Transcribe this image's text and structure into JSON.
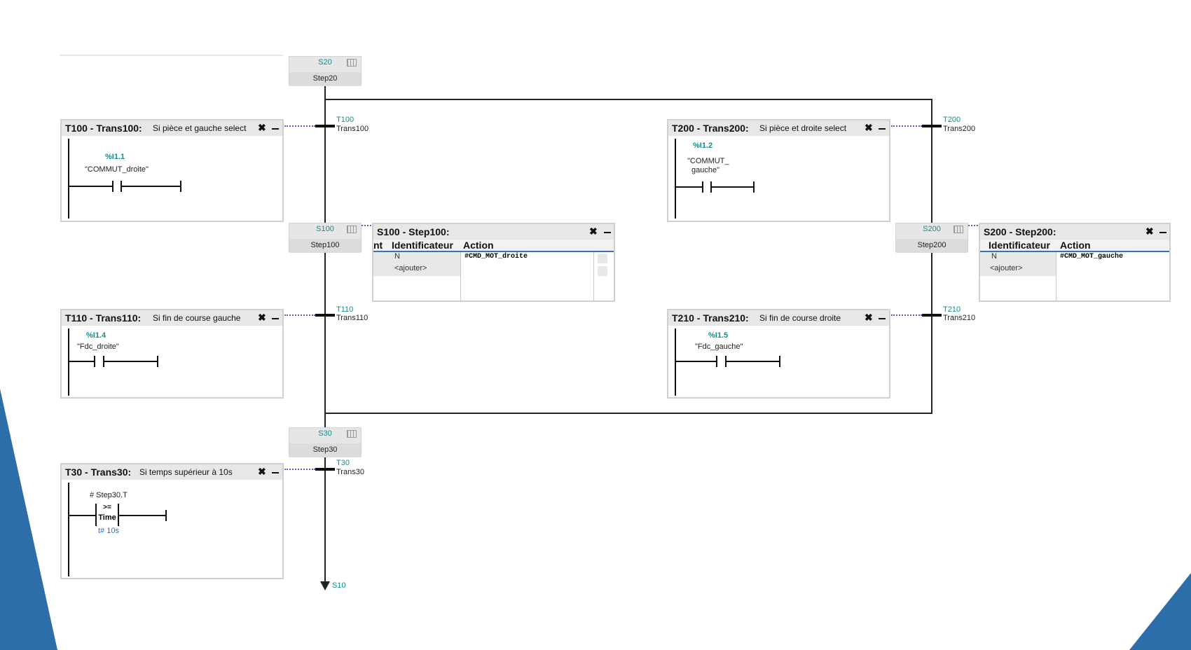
{
  "colors": {
    "accent_blue": "#2c6eaa",
    "teal": "#0b8f8f",
    "wire": "#111111"
  },
  "steps": {
    "s20": {
      "num": "S20",
      "name": "Step20"
    },
    "s100": {
      "num": "S100",
      "name": "Step100"
    },
    "s200": {
      "num": "S200",
      "name": "Step200"
    },
    "s30": {
      "num": "S30",
      "name": "Step30"
    }
  },
  "transitions": {
    "t100": {
      "num": "T100",
      "name": "Trans100"
    },
    "t200": {
      "num": "T200",
      "name": "Trans200"
    },
    "t110": {
      "num": "T110",
      "name": "Trans110"
    },
    "t210": {
      "num": "T210",
      "name": "Trans210"
    },
    "t30": {
      "num": "T30",
      "name": "Trans30"
    }
  },
  "next_step": "S10",
  "panels": {
    "t100": {
      "title": "T100 - Trans100:",
      "comment": "Si pièce et gauche select",
      "addr": "%I1.1",
      "tag": "\"COMMUT_droite\""
    },
    "t200": {
      "title": "T200 - Trans200:",
      "comment": "Si pièce et droite select",
      "addr": "%I1.2",
      "tag1": "\"COMMUT_",
      "tag2": "gauche\""
    },
    "t110": {
      "title": "T110 - Trans110:",
      "comment": "Si fin de course gauche",
      "addr": "%I1.4",
      "tag": "\"Fdc_droite\""
    },
    "t210": {
      "title": "T210 - Trans210:",
      "comment": "Si fin de course droite",
      "addr": "%I1.5",
      "tag": "\"Fdc_gauche\""
    },
    "t30": {
      "title": "T30 - Trans30:",
      "comment": "Si temps supérieur à 10s",
      "operand": "# Step30.T",
      "cmp_op": ">=",
      "cmp_type": "Time",
      "cmp_value": "t# 10s"
    }
  },
  "actions": {
    "s100": {
      "title": "S100 - Step100:",
      "col_partial": "nt",
      "col_id": "Identificateur",
      "col_action": "Action",
      "row_qualifier": "N",
      "row_action": "#CMD_MOT_droite",
      "add_label": "<ajouter>"
    },
    "s200": {
      "title": "S200 - Step200:",
      "col_id": "Identificateur",
      "col_action": "Action",
      "row_qualifier": "N",
      "row_action": "#CMD_MOT_gauche",
      "add_label": "<ajouter>"
    }
  },
  "icons": {
    "expand": "expand-icon",
    "minimize": "minimize-icon",
    "step_table": "step-table-icon"
  }
}
